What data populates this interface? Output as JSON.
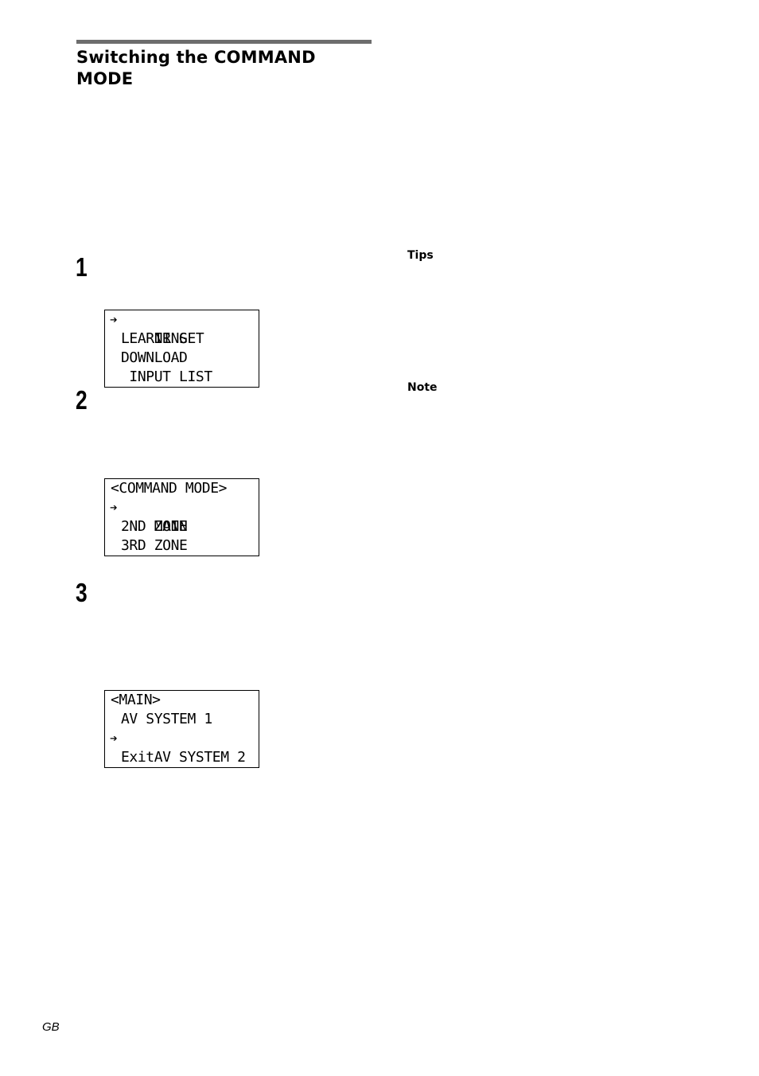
{
  "section": {
    "title": "Switching the COMMAND MODE"
  },
  "steps": [
    {
      "number": "1",
      "display": [
        {
          "text": "IR SET",
          "arrow": true,
          "header": false
        },
        {
          "text": "LEARNING",
          "arrow": false,
          "header": false
        },
        {
          "text": "DOWNLOAD",
          "arrow": false,
          "header": false
        },
        {
          "text": " INPUT LIST",
          "arrow": false,
          "header": false
        }
      ]
    },
    {
      "number": "2",
      "display": [
        {
          "text": "<COMMAND MODE>",
          "arrow": false,
          "header": true
        },
        {
          "text": "MAIN",
          "arrow": true,
          "header": false
        },
        {
          "text": "2ND ZONE",
          "arrow": false,
          "header": false
        },
        {
          "text": "3RD ZONE",
          "arrow": false,
          "header": false
        }
      ]
    },
    {
      "number": "3",
      "display": [
        {
          "text": "<MAIN>",
          "arrow": false,
          "header": true
        },
        {
          "text": "AV SYSTEM 1",
          "arrow": false,
          "header": false
        },
        {
          "text": "AV SYSTEM 2",
          "arrow": true,
          "header": false
        },
        {
          "text": "Exit",
          "arrow": false,
          "header": false
        }
      ]
    }
  ],
  "sidebar": {
    "tips_label": "Tips",
    "note_label": "Note"
  },
  "footer": {
    "language_code": "GB"
  },
  "icons": {
    "cursor_arrow": "right-arrow-icon",
    "arrow_glyph": "➔"
  }
}
